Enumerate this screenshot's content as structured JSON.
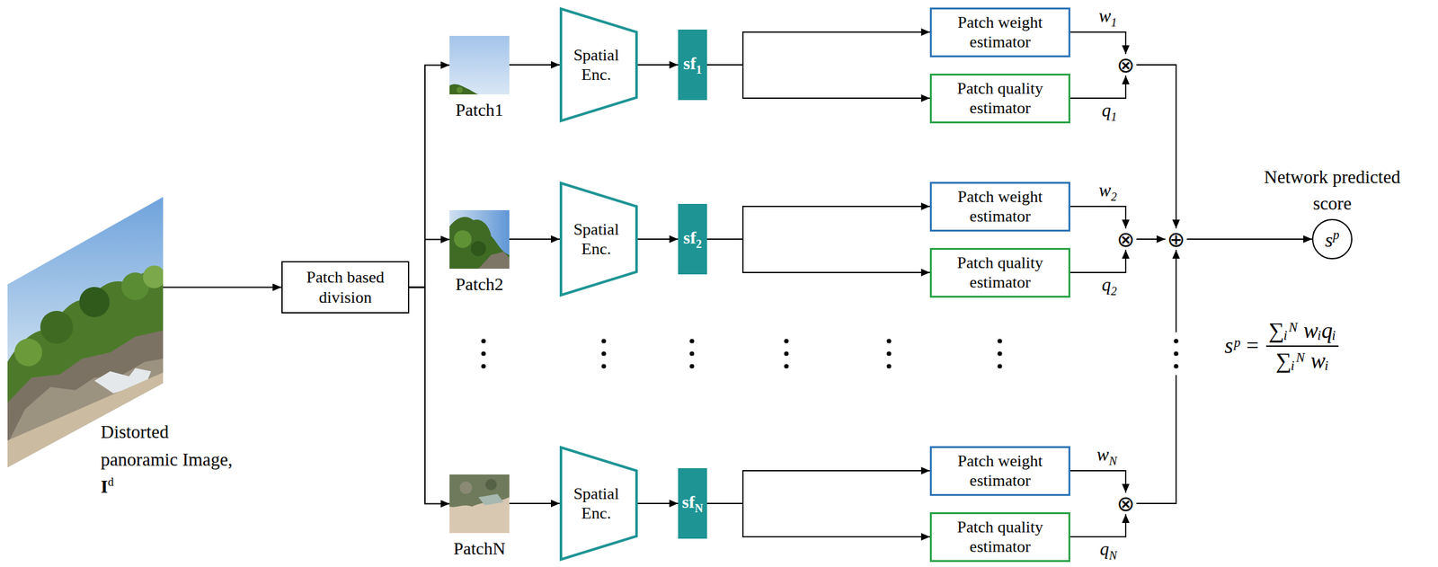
{
  "diagram": {
    "nodes": [
      {
        "text": [
          "Distorted panoramic Image,",
          "Id"
        ]
      },
      {
        "text": [
          "Patch based division"
        ]
      },
      {
        "text": [
          "Patch1"
        ]
      },
      {
        "text": [
          "Spatial Enc."
        ]
      },
      {
        "text": [
          "sf1"
        ]
      },
      {
        "text": [
          "Patch weight estimator"
        ]
      },
      {
        "text": [
          "Patch quality estimator"
        ]
      },
      {
        "text": [
          "⊗"
        ]
      },
      {
        "text": [
          "Patch2"
        ]
      },
      {
        "text": [
          "Spatial Enc."
        ]
      },
      {
        "text": [
          "sf2"
        ]
      },
      {
        "text": [
          "Patch weight estimator"
        ]
      },
      {
        "text": [
          "Patch quality estimator"
        ]
      },
      {
        "text": [
          "⊗"
        ]
      },
      {
        "text": [
          "PatchN"
        ]
      },
      {
        "text": [
          "Spatial Enc."
        ]
      },
      {
        "text": [
          "sfN"
        ]
      },
      {
        "text": [
          "Patch weight estimator"
        ]
      },
      {
        "text": [
          "Patch quality estimator"
        ]
      },
      {
        "text": [
          "⊗"
        ]
      },
      {
        "text": [
          "⊕"
        ]
      },
      {
        "text": [
          "Network predicted score",
          "sp"
        ]
      }
    ],
    "edges": [
      {
        "from": 0,
        "to": 1,
        "arrow": "to"
      },
      {
        "from": 1,
        "to": 2,
        "arrow": "to"
      },
      {
        "from": 1,
        "to": 8,
        "arrow": "to"
      },
      {
        "from": 1,
        "to": 14,
        "arrow": "to"
      },
      {
        "from": 2,
        "to": 3,
        "arrow": "to"
      },
      {
        "from": 3,
        "to": 4,
        "arrow": "to"
      },
      {
        "from": 4,
        "to": 5,
        "arrow": "to"
      },
      {
        "from": 4,
        "to": 6,
        "arrow": "to"
      },
      {
        "from": 5,
        "to": 7,
        "label": "w1",
        "arrow": "to"
      },
      {
        "from": 6,
        "to": 7,
        "label": "q1",
        "arrow": "to"
      },
      {
        "from": 8,
        "to": 9,
        "arrow": "to"
      },
      {
        "from": 9,
        "to": 10,
        "arrow": "to"
      },
      {
        "from": 10,
        "to": 11,
        "arrow": "to"
      },
      {
        "from": 10,
        "to": 12,
        "arrow": "to"
      },
      {
        "from": 11,
        "to": 13,
        "label": "w2",
        "arrow": "to"
      },
      {
        "from": 12,
        "to": 13,
        "label": "q2",
        "arrow": "to"
      },
      {
        "from": 14,
        "to": 15,
        "arrow": "to"
      },
      {
        "from": 15,
        "to": 16,
        "arrow": "to"
      },
      {
        "from": 16,
        "to": 17,
        "arrow": "to"
      },
      {
        "from": 16,
        "to": 18,
        "arrow": "to"
      },
      {
        "from": 17,
        "to": 19,
        "label": "wN",
        "arrow": "to"
      },
      {
        "from": 18,
        "to": 19,
        "label": "qN",
        "arrow": "to"
      },
      {
        "from": 7,
        "to": 20,
        "arrow": "to"
      },
      {
        "from": 13,
        "to": 20,
        "arrow": "to"
      },
      {
        "from": 19,
        "to": 20,
        "arrow": "to"
      },
      {
        "from": 20,
        "to": 21,
        "arrow": "to"
      }
    ],
    "labels": [
      "sᵖ =",
      "∑ᵢᴺ wᵢqᵢ",
      "∑ᵢᴺ wᵢ"
    ]
  }
}
